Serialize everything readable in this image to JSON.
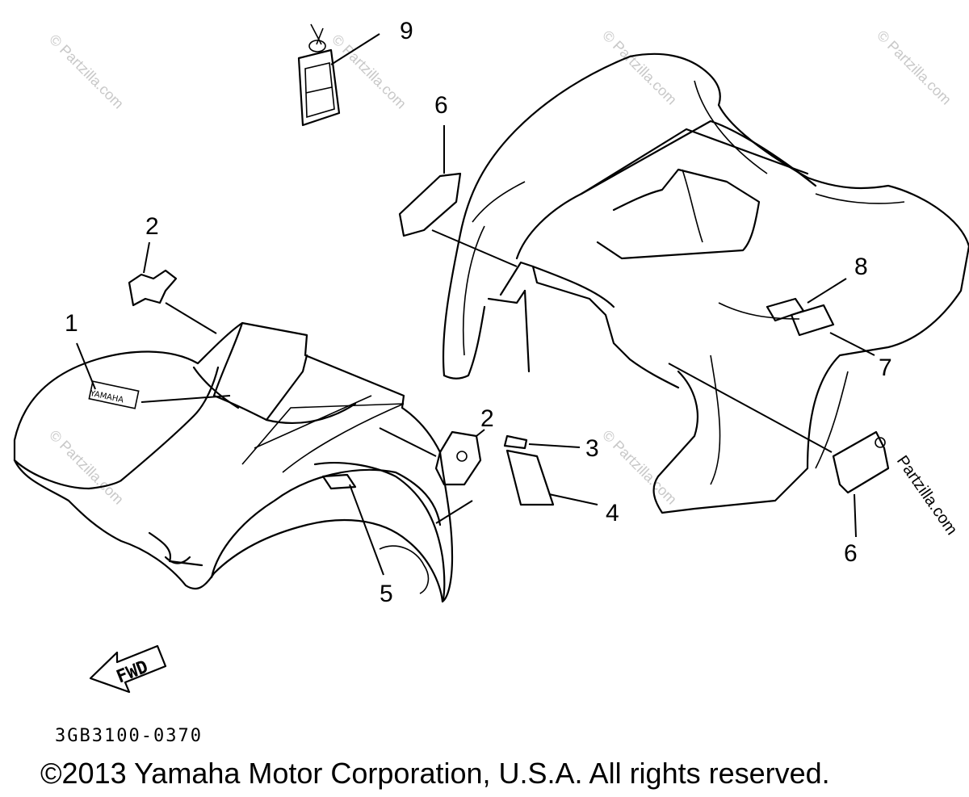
{
  "watermark": "© Partzilla.com",
  "side_watermark": "Partzilla.com",
  "callouts": [
    "1",
    "2",
    "2",
    "3",
    "4",
    "5",
    "6",
    "6",
    "7",
    "8",
    "9"
  ],
  "fwd_label": "FWD",
  "part_code": "3GB3100-0370",
  "copyright": "©2013 Yamaha Motor Corporation, U.S.A. All rights reserved."
}
